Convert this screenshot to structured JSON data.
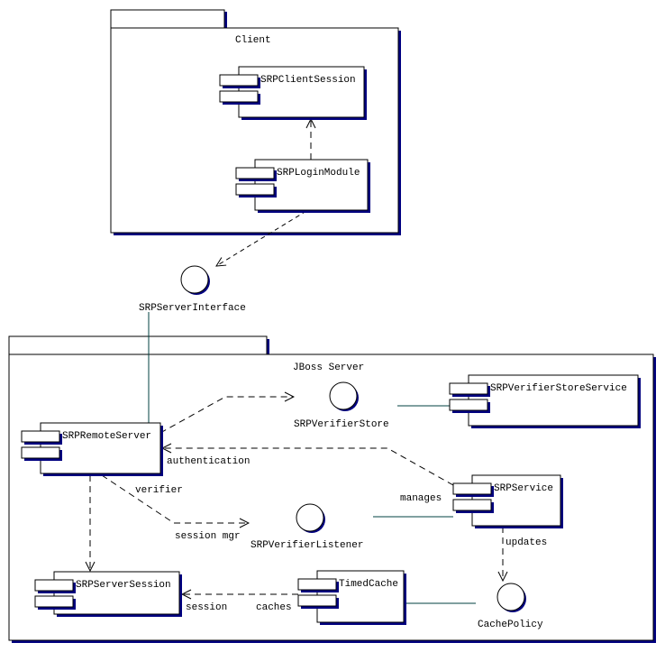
{
  "diagram": {
    "type": "UML component diagram",
    "colors": {
      "shadow": "#000080",
      "line": "#000000",
      "realization_line": "#004040",
      "background": "#ffffff"
    },
    "packages": [
      {
        "id": "client",
        "name": "Client"
      },
      {
        "id": "jboss",
        "name": "JBoss Server"
      }
    ],
    "components": [
      {
        "id": "srp-client-session",
        "name": "SRPClientSession",
        "package": "Client"
      },
      {
        "id": "srp-login-module",
        "name": "SRPLoginModule",
        "package": "Client"
      },
      {
        "id": "srp-remote-server",
        "name": "SRPRemoteServer",
        "package": "JBoss Server"
      },
      {
        "id": "srp-verifier-store-service",
        "name": "SRPVerifierStoreService",
        "package": "JBoss Server"
      },
      {
        "id": "srp-service",
        "name": "SRPService",
        "package": "JBoss Server"
      },
      {
        "id": "srp-server-session",
        "name": "SRPServerSession",
        "package": "JBoss Server"
      },
      {
        "id": "timed-cache",
        "name": "TimedCache",
        "package": "JBoss Server"
      }
    ],
    "interfaces": [
      {
        "id": "srp-server-interface",
        "name": "SRPServerInterface"
      },
      {
        "id": "srp-verifier-store",
        "name": "SRPVerifierStore"
      },
      {
        "id": "srp-verifier-listener",
        "name": "SRPVerifierListener"
      },
      {
        "id": "cache-policy",
        "name": "CachePolicy"
      }
    ],
    "edge_labels": {
      "authentication": "authentication",
      "verifier": "verifier",
      "session_mgr": "session mgr",
      "manages": "manages",
      "updates": "updates",
      "session": "session",
      "caches": "caches"
    },
    "relations": [
      {
        "from": "SRPLoginModule",
        "to": "SRPClientSession",
        "kind": "dependency"
      },
      {
        "from": "SRPLoginModule",
        "to": "SRPServerInterface",
        "kind": "dependency"
      },
      {
        "from": "SRPRemoteServer",
        "to": "SRPServerInterface",
        "kind": "realization"
      },
      {
        "from": "SRPRemoteServer",
        "to": "SRPVerifierStore",
        "kind": "dependency"
      },
      {
        "from": "SRPVerifierStoreService",
        "to": "SRPVerifierStore",
        "kind": "realization"
      },
      {
        "from": "SRPService",
        "to": "SRPRemoteServer",
        "kind": "dependency",
        "label": "authentication"
      },
      {
        "from": "SRPRemoteServer",
        "to": "SRPVerifierListener",
        "kind": "dependency",
        "label": "verifier / session mgr"
      },
      {
        "from": "SRPService",
        "to": "SRPVerifierListener",
        "kind": "realization",
        "label": "manages"
      },
      {
        "from": "SRPRemoteServer",
        "to": "SRPServerSession",
        "kind": "dependency"
      },
      {
        "from": "SRPService",
        "to": "CachePolicy",
        "kind": "dependency",
        "label": "updates"
      },
      {
        "from": "TimedCache",
        "to": "SRPServerSession",
        "kind": "dependency",
        "label": "session / caches"
      },
      {
        "from": "TimedCache",
        "to": "CachePolicy",
        "kind": "realization"
      }
    ]
  }
}
